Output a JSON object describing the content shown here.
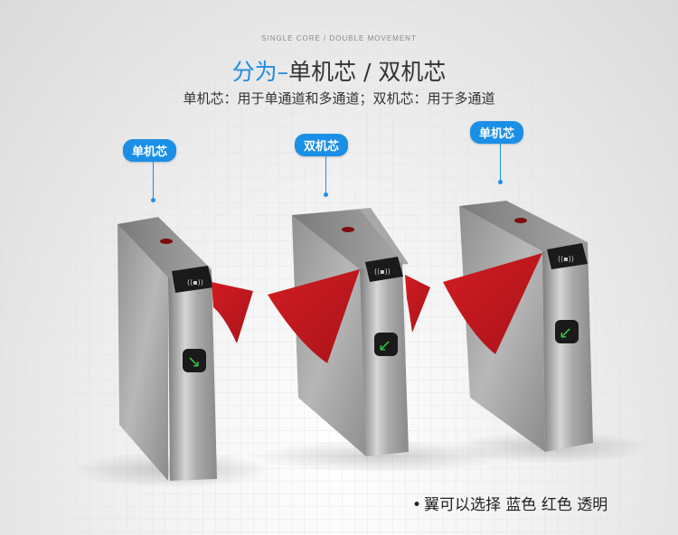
{
  "header": {
    "eyebrow": "SINGLE CORE / DOUBLE MOVEMENT",
    "title_prefix": "分为–",
    "title_main": "单机芯 / 双机芯",
    "subtitle": "单机芯：用于单通道和多通道；双机芯：用于多通道"
  },
  "labels": [
    {
      "text": "单机芯"
    },
    {
      "text": "双机芯"
    },
    {
      "text": "单机芯"
    }
  ],
  "note": {
    "bullet": "•",
    "text": "翼可以选择  蓝色   红色  透明"
  },
  "colors": {
    "accent": "#1b8fe6",
    "wing": "#c8191e",
    "steel": "#9a9a9a",
    "arrow": "#2ecc40"
  }
}
